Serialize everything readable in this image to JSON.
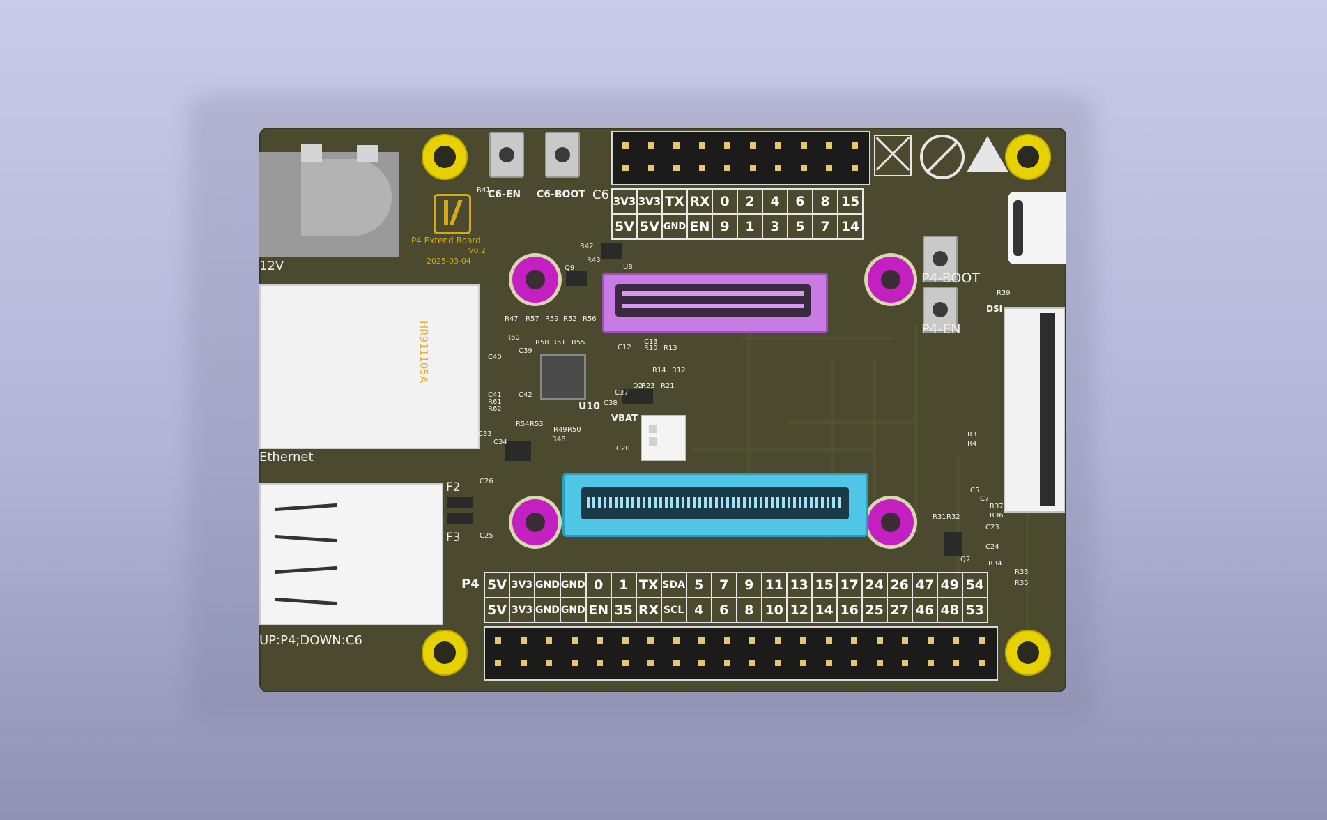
{
  "board": {
    "c6_en_label": "C6-EN",
    "c6_boot_label": "C6-BOOT",
    "c6_header_label": "C6",
    "p4_boot_label": "P4-BOOT",
    "p4_en_label": "P4-EN",
    "p4_header_label": "P4",
    "dsi_label": "DSI",
    "vbat_label": "VBAT",
    "u10_label": "U10",
    "f2_label": "F2",
    "f3_label": "F3",
    "power_label": "12V",
    "ethernet_label": "Ethernet",
    "usb_label": "UP:P4;DOWN:C6",
    "board_name": "P4 Extend Board",
    "version": "V0.2",
    "date": "2025-03-04",
    "rj45_part": "HR911105A"
  },
  "c6_pins": {
    "top": [
      "3V3",
      "3V3",
      "TX",
      "RX",
      "0",
      "2",
      "4",
      "6",
      "8",
      "15"
    ],
    "bottom": [
      "5V",
      "5V",
      "GND",
      "EN",
      "9",
      "1",
      "3",
      "5",
      "7",
      "14"
    ]
  },
  "p4_pins": {
    "top": [
      "5V",
      "3V3",
      "GND",
      "GND",
      "0",
      "1",
      "TX",
      "SDA",
      "5",
      "7",
      "9",
      "11",
      "13",
      "15",
      "17",
      "24",
      "26",
      "47",
      "49",
      "54"
    ],
    "bottom": [
      "5V",
      "3V3",
      "GND",
      "GND",
      "EN",
      "35",
      "RX",
      "SCL",
      "4",
      "6",
      "8",
      "10",
      "12",
      "14",
      "16",
      "25",
      "27",
      "46",
      "48",
      "53"
    ]
  },
  "components": {
    "r41": "R41",
    "r42": "R42",
    "r43": "R43",
    "q9": "Q9",
    "u8": "U8",
    "r47": "R47",
    "r57": "R57",
    "r59": "R59",
    "r52": "R52",
    "r56": "R56",
    "r58": "R58",
    "r51": "R51",
    "r55": "R55",
    "r60": "R60",
    "c39": "C39",
    "c40": "C40",
    "c41": "C41",
    "c42": "C42",
    "r61": "R61",
    "r62": "R62",
    "r54": "R54",
    "r53": "R53",
    "r49": "R49",
    "r50": "R50",
    "r48": "R48",
    "c33": "C33",
    "c34": "C34",
    "c12": "C12",
    "c13": "C13",
    "r15": "R15",
    "r13": "R13",
    "r14": "R14",
    "r12": "R12",
    "d2": "D2",
    "r23": "R23",
    "r21": "R21",
    "c37": "C37",
    "c38": "C38",
    "c20": "C20",
    "c26": "C26",
    "c25": "C25",
    "r39": "R39",
    "r3": "R3",
    "r4": "R4",
    "c5": "C5",
    "c7": "C7",
    "r37": "R37",
    "r36": "R36",
    "r31": "R31",
    "r32": "R32",
    "c23": "C23",
    "c24": "C24",
    "r34": "R34",
    "q7": "Q7",
    "r33": "R33",
    "r35": "R35"
  },
  "colors": {
    "pcb": "#4b4a2f",
    "mount_gold": "#e8d100",
    "mount_magenta": "#c41fc1",
    "connector_purple": "#c77be3",
    "connector_cyan": "#4fc6e6",
    "silk": "#f2f2f2",
    "logo_gold": "#d4aa1c"
  }
}
